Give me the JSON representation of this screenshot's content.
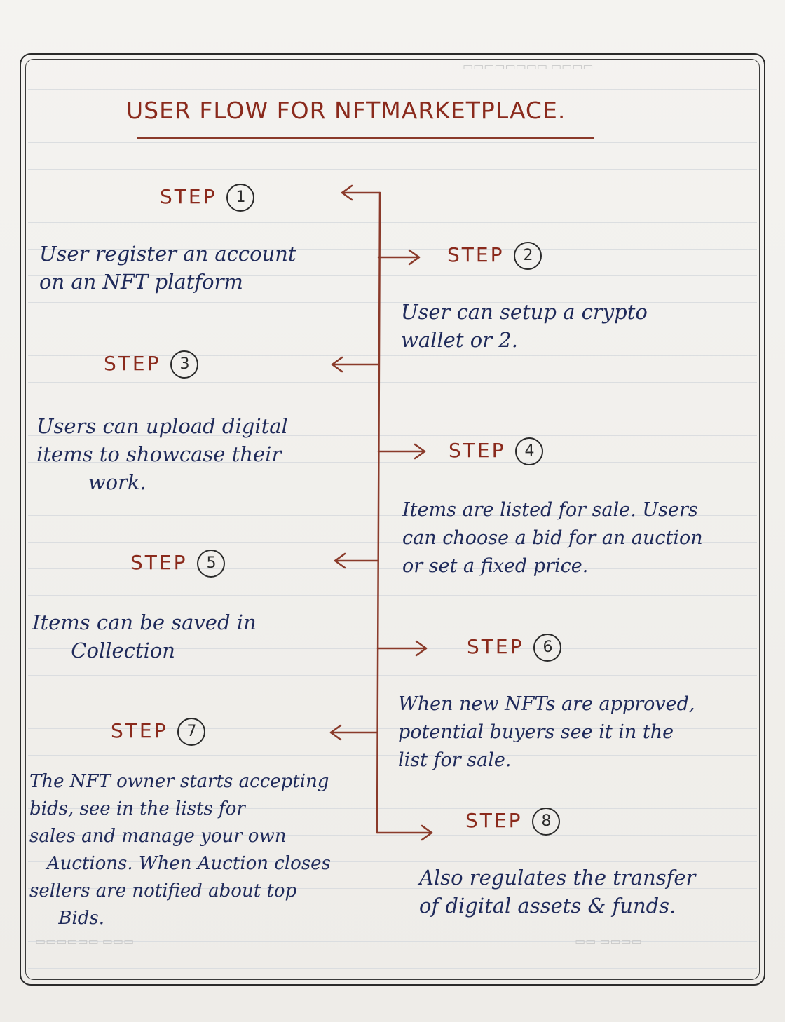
{
  "title": "USER FLOW FOR NFTMARKETPLACE.",
  "steps": [
    {
      "label": "STEP",
      "number": "1",
      "side": "left",
      "text": "User register an account\non an NFT platform"
    },
    {
      "label": "STEP",
      "number": "2",
      "side": "right",
      "text": "User can setup a crypto\nwallet or 2."
    },
    {
      "label": "STEP",
      "number": "3",
      "side": "left",
      "text": "Users can upload digital\nitems to showcase their\n        work."
    },
    {
      "label": "STEP",
      "number": "4",
      "side": "right",
      "text": "Items are listed for sale. Users\ncan choose a bid for an auction\nor set a fixed price."
    },
    {
      "label": "STEP",
      "number": "5",
      "side": "left",
      "text": "Items can be saved in\n      Collection"
    },
    {
      "label": "STEP",
      "number": "6",
      "side": "right",
      "text": "When new NFTs are approved,\npotential buyers see it in the\nlist for sale."
    },
    {
      "label": "STEP",
      "number": "7",
      "side": "left",
      "text": "The NFT owner starts accepting\nbids, see in the lists for\nsales and manage your own\n   Auctions. When Auction closes\nsellers are notified about top\n     Bids."
    },
    {
      "label": "STEP",
      "number": "8",
      "side": "right",
      "text": "Also regulates the transfer\nof digital assets & funds."
    }
  ],
  "colors": {
    "heading": "#8a2a1c",
    "ink": "#1f2a5a",
    "line": "#8a3a2a"
  }
}
